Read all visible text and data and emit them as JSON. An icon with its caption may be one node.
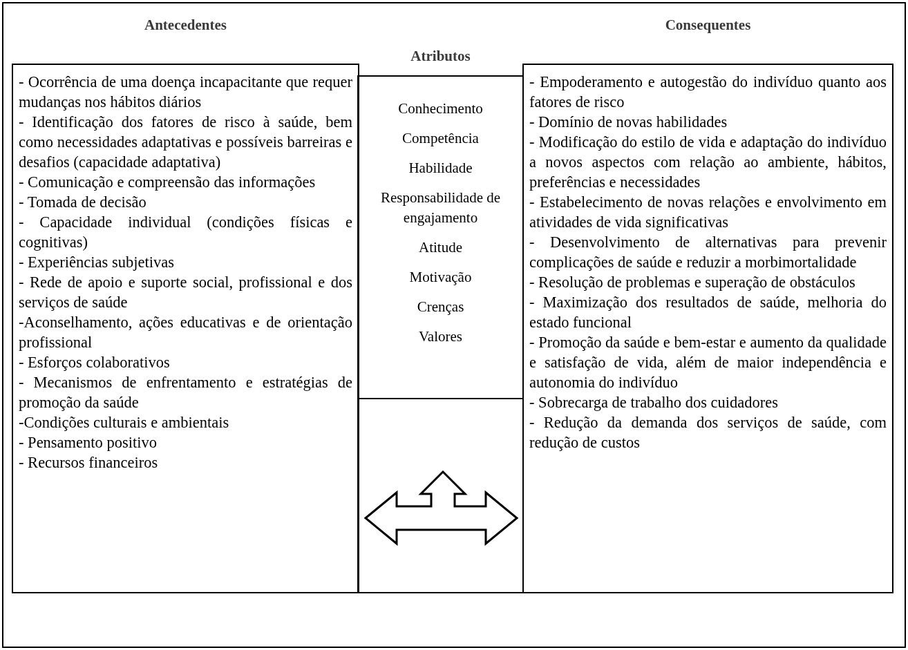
{
  "diagram": {
    "nodes": [
      {
        "text": [],
        "shape": "box"
      },
      {
        "text": [
          "Antecedentes",
          "- Ocorrência de uma doença incapacitante que requer mudanças nos hábitos diários",
          "- Identificação dos fatores de risco à saúde, bem como necessidades adaptativas e possíveis barreiras e desafios (capacidade adaptativa)",
          "- Comunicação e compreensão das informações",
          "- Tomada de decisão",
          "- Capacidade individual (condições físicas e cognitivas)",
          "- Experiências subjetivas",
          "- Rede de apoio e suporte social, profissional e dos serviços de saúde",
          "-Aconselhamento, ações educativas e de orientação profissional",
          "- Esforços colaborativos",
          "- Mecanismos de enfrentamento e estratégias de promoção da saúde",
          "-Condições culturais e ambientais",
          "- Pensamento positivo",
          "- Recursos financeiros"
        ],
        "in": 0
      },
      {
        "text": [
          "Atributos",
          "Conhecimento",
          "Competência",
          "Habilidade",
          "Responsabilidade de engajamento",
          "Atitude",
          "Motivação",
          "Crenças",
          "Valores"
        ],
        "in": 0
      },
      {
        "text": [],
        "shape": "box",
        "in": 0
      },
      {
        "text": [
          "Consequentes",
          "- Empoderamento e autogestão do indivíduo quanto aos fatores de risco",
          "- Domínio de novas habilidades",
          "- Modificação do estilo de vida e adaptação do indivíduo a novos aspectos com relação ao ambiente, hábitos, preferências e necessidades",
          "- Estabelecimento de novas relações e envolvimento em atividades de vida significativas",
          "- Desenvolvimento de alternativas para prevenir complicações de saúde e reduzir a morbimortalidade",
          "- Resolução de problemas e superação de obstáculos",
          "- Maximização dos resultados de saúde, melhoria do estado funcional",
          "- Promoção da saúde e bem-estar e aumento da qualidade e satisfação de vida, além de maior independência e autonomia do indivíduo",
          "- Sobrecarga de trabalho dos cuidadores",
          "- Redução da demanda dos serviços de saúde, com redução de custos"
        ],
        "in": 0
      }
    ]
  }
}
